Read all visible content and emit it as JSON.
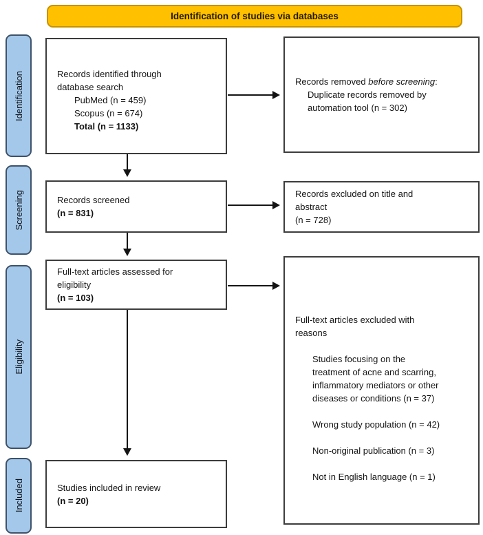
{
  "banner": "Identification of studies via databases",
  "stages": [
    "Identification",
    "Screening",
    "Eligibility",
    "Included"
  ],
  "boxes": {
    "identified": {
      "line1": "Records identified through",
      "line2": "database search",
      "pubmed": "PubMed (n = 459)",
      "scopus": "Scopus (n = 674)",
      "total": "Total (n = 1133)"
    },
    "removed": {
      "prefix": "Records removed ",
      "italic": "before screening",
      "suffix": ":",
      "detail1": "Duplicate records removed by",
      "detail2": "automation tool (n = 302)"
    },
    "screened": {
      "line1": "Records screened",
      "count": "(n = 831)"
    },
    "excluded_title": {
      "line1": "Records excluded on title and",
      "line2": "abstract",
      "count": "(n = 728)"
    },
    "fulltext": {
      "line1": "Full-text articles assessed for",
      "line2": "eligibility",
      "count": "(n = 103)"
    },
    "fulltext_excluded": {
      "header1": "Full-text articles excluded with",
      "header2": "reasons",
      "reason1a": "Studies focusing on the",
      "reason1b": "treatment of acne and scarring,",
      "reason1c": "inflammatory mediators or other",
      "reason1d": "diseases or conditions (n = 37)",
      "reason2": "Wrong study population (n = 42)",
      "reason3": "Non-original publication (n = 3)",
      "reason4": "Not in English language (n = 1)"
    },
    "included": {
      "line1": "Studies included in review",
      "count": "(n = 20)"
    }
  },
  "colors": {
    "banner_fill": "#FFC000",
    "banner_border": "#C79200",
    "stage_fill": "#A4C8EA",
    "stage_border": "#3E5269",
    "box_border": "#3C3C3C",
    "arrow": "#141414"
  }
}
